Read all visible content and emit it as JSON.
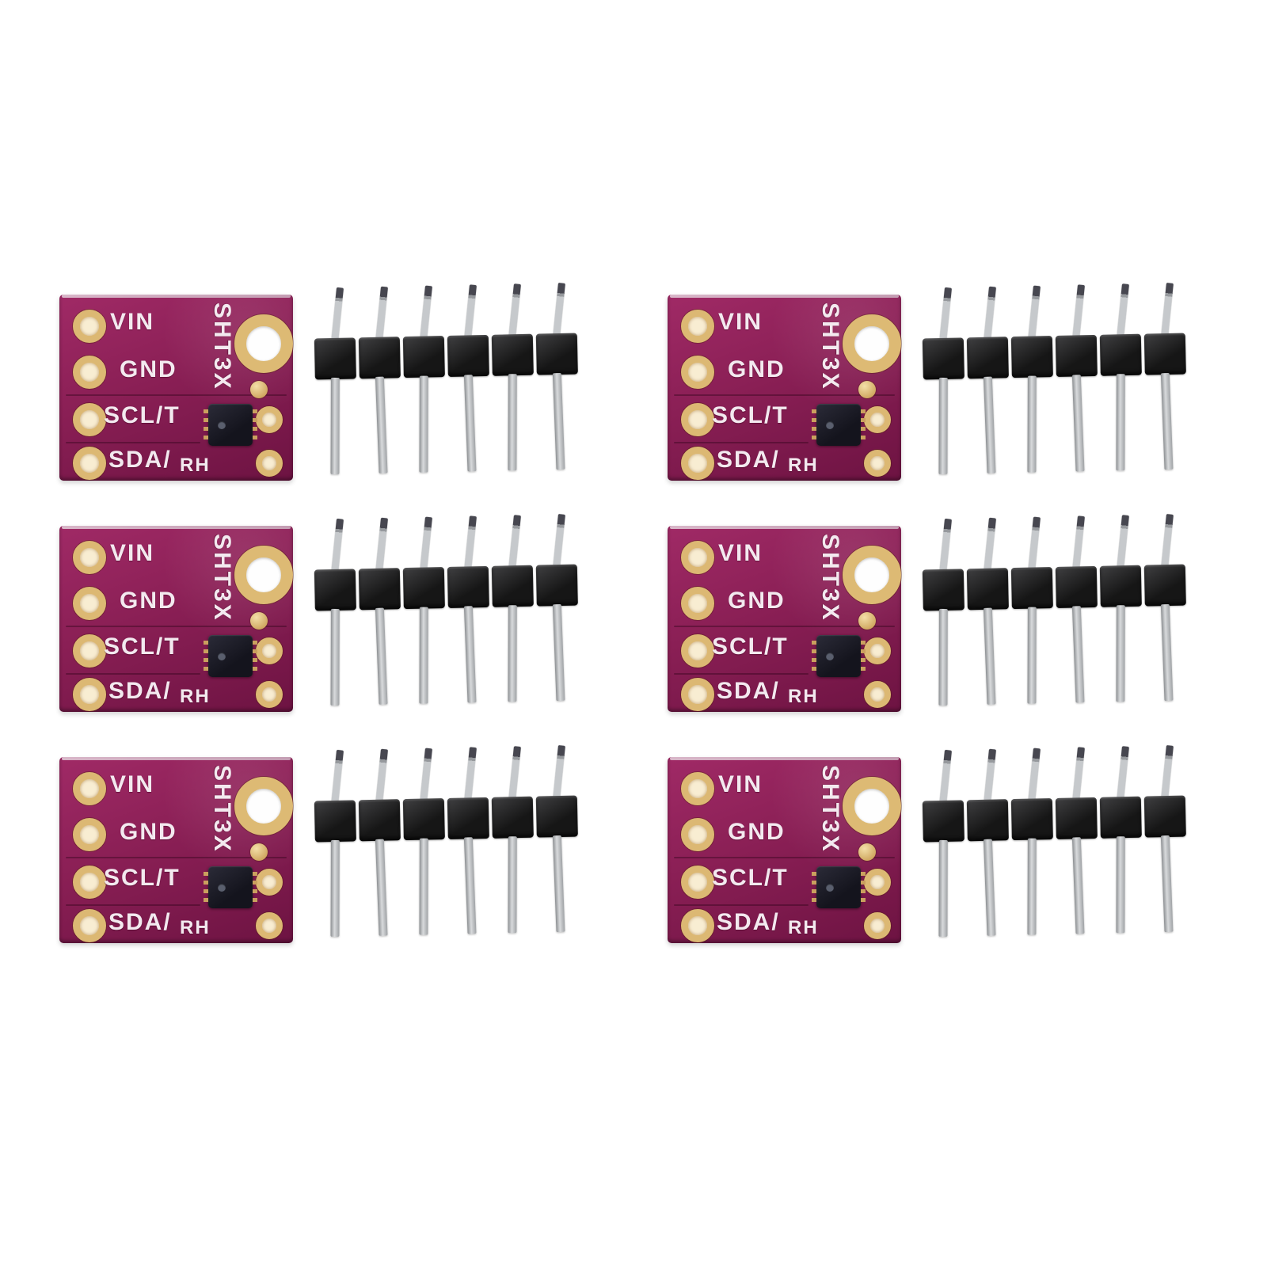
{
  "product": {
    "unit_count": 6,
    "grid": {
      "rows": 3,
      "cols": 2
    },
    "board": {
      "labels": {
        "vin": "VIN",
        "gnd": "GND",
        "scl": "SCL/T",
        "sda": "SDA/",
        "rh": "RH",
        "chip": "SHT3X"
      },
      "colors": {
        "pcb": "#8a1f55",
        "pad_gold": "#dcb873",
        "silkscreen": "#f3e9ef",
        "ic_body": "#14141d"
      }
    },
    "header": {
      "pin_count": 6,
      "colors": {
        "plastic": "#1c1c1c",
        "pin_metal": "#c6c9cc"
      }
    },
    "background_color": "#ffffff"
  }
}
